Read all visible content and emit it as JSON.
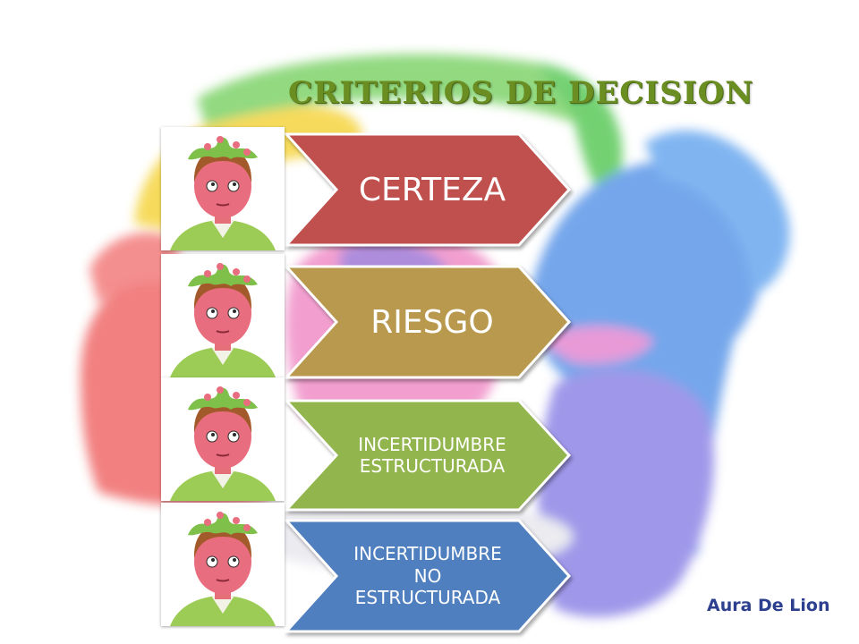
{
  "title": "CRITERIOS DE DECISION",
  "criteria": [
    {
      "label": "CERTEZA",
      "color": "#c0504d"
    },
    {
      "label": "RIESGO",
      "color": "#b8994e"
    },
    {
      "label": "INCERTIDUMBRE ESTRUCTURADA",
      "color": "#92b54e"
    },
    {
      "label": "INCERTIDUMBRE NO ESTRUCTURADA",
      "color": "#4f7fbf"
    }
  ],
  "credit": "Aura De Lion",
  "icons": [
    "thinking-person-icon"
  ]
}
